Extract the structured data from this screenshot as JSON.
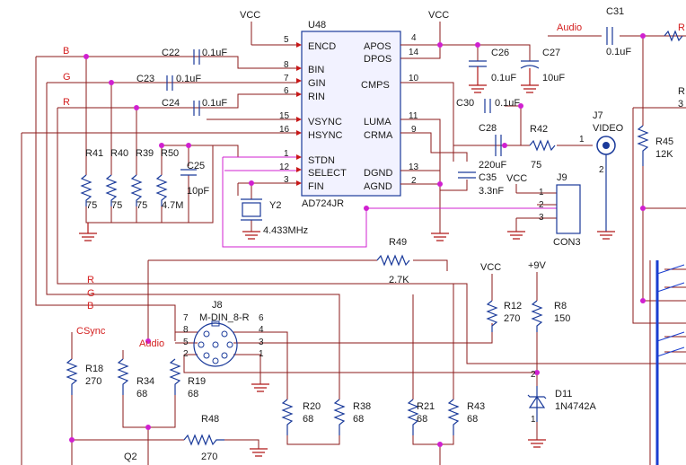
{
  "ic": {
    "ref": "U48",
    "part": "AD724JR",
    "left_pins": [
      {
        "num": "5",
        "name": "ENCD"
      },
      {
        "num": "8",
        "name": "BIN"
      },
      {
        "num": "7",
        "name": "GIN"
      },
      {
        "num": "6",
        "name": "RIN"
      },
      {
        "num": "15",
        "name": "VSYNC"
      },
      {
        "num": "16",
        "name": "HSYNC"
      },
      {
        "num": "1",
        "name": "STDN"
      },
      {
        "num": "12",
        "name": "SELECT"
      },
      {
        "num": "3",
        "name": "FIN"
      }
    ],
    "right_pins": [
      {
        "num": "4",
        "name": "APOS"
      },
      {
        "num": "14",
        "name": "DPOS"
      },
      {
        "num": "10",
        "name": "CMPS"
      },
      {
        "num": "11",
        "name": "LUMA"
      },
      {
        "num": "9",
        "name": "CRMA"
      },
      {
        "num": "13",
        "name": "DGND"
      },
      {
        "num": "2",
        "name": "AGND"
      }
    ]
  },
  "nets": {
    "vcc": "VCC",
    "vcc2": "VCC",
    "vcc_j9": "VCC",
    "vcc_r12": "VCC",
    "v9": "+9V",
    "audio_top": "Audio",
    "audio_din": "Audio",
    "csync": "CSync",
    "b": "B",
    "g": "G",
    "r": "R",
    "r2": "R",
    "g2": "G",
    "b2": "B"
  },
  "components": {
    "c22": {
      "ref": "C22",
      "value": "0.1uF"
    },
    "c23": {
      "ref": "C23",
      "value": "0.1uF"
    },
    "c24": {
      "ref": "C24",
      "value": "0.1uF"
    },
    "c25": {
      "ref": "C25",
      "value": "10pF"
    },
    "c26": {
      "ref": "C26",
      "value": "0.1uF"
    },
    "c27": {
      "ref": "C27",
      "value": "10uF"
    },
    "c28": {
      "ref": "C28",
      "value": "220uF"
    },
    "c30": {
      "ref": "C30",
      "value": "0.1uF"
    },
    "c31": {
      "ref": "C31",
      "value": "0.1uF"
    },
    "c35": {
      "ref": "C35",
      "value": "3.3nF"
    },
    "r41": {
      "ref": "R41",
      "value": "75"
    },
    "r40": {
      "ref": "R40",
      "value": "75"
    },
    "r39": {
      "ref": "R39",
      "value": "75"
    },
    "r50": {
      "ref": "R50",
      "value": "4.7M"
    },
    "r42": {
      "ref": "R42",
      "value": "75"
    },
    "r45": {
      "ref": "R45",
      "value": "12K"
    },
    "r49": {
      "ref": "R49",
      "value": "2.7K"
    },
    "r12": {
      "ref": "R12",
      "value": "270"
    },
    "r8": {
      "ref": "R8",
      "value": "150"
    },
    "r18": {
      "ref": "R18",
      "value": "270"
    },
    "r34": {
      "ref": "R34",
      "value": "68"
    },
    "r19": {
      "ref": "R19",
      "value": "68"
    },
    "r48": {
      "ref": "R48",
      "value": "270"
    },
    "r20": {
      "ref": "R20",
      "value": "68"
    },
    "r38": {
      "ref": "R38",
      "value": "68"
    },
    "r21": {
      "ref": "R21",
      "value": "68"
    },
    "r43": {
      "ref": "R43",
      "value": "68"
    },
    "y2": {
      "ref": "Y2",
      "value": "4.433MHz"
    },
    "j7": {
      "ref": "J7",
      "value": "VIDEO",
      "pin1": "1",
      "pin2": "2"
    },
    "j9": {
      "ref": "J9",
      "value": "CON3",
      "pins": [
        "1",
        "2",
        "3"
      ]
    },
    "j8": {
      "ref": "J8",
      "value": "M-DIN_8-R",
      "pins": [
        "7",
        "6",
        "8",
        "4",
        "5",
        "3",
        "2",
        "1"
      ]
    },
    "d11": {
      "ref": "D11",
      "value": "1N4742A",
      "pin_top": "2",
      "pin_bottom": "1"
    },
    "q2": {
      "ref": "Q2"
    }
  },
  "partial_labels": {
    "r_top_right": "R",
    "r_mid_right": "R",
    "val_right": "3"
  }
}
